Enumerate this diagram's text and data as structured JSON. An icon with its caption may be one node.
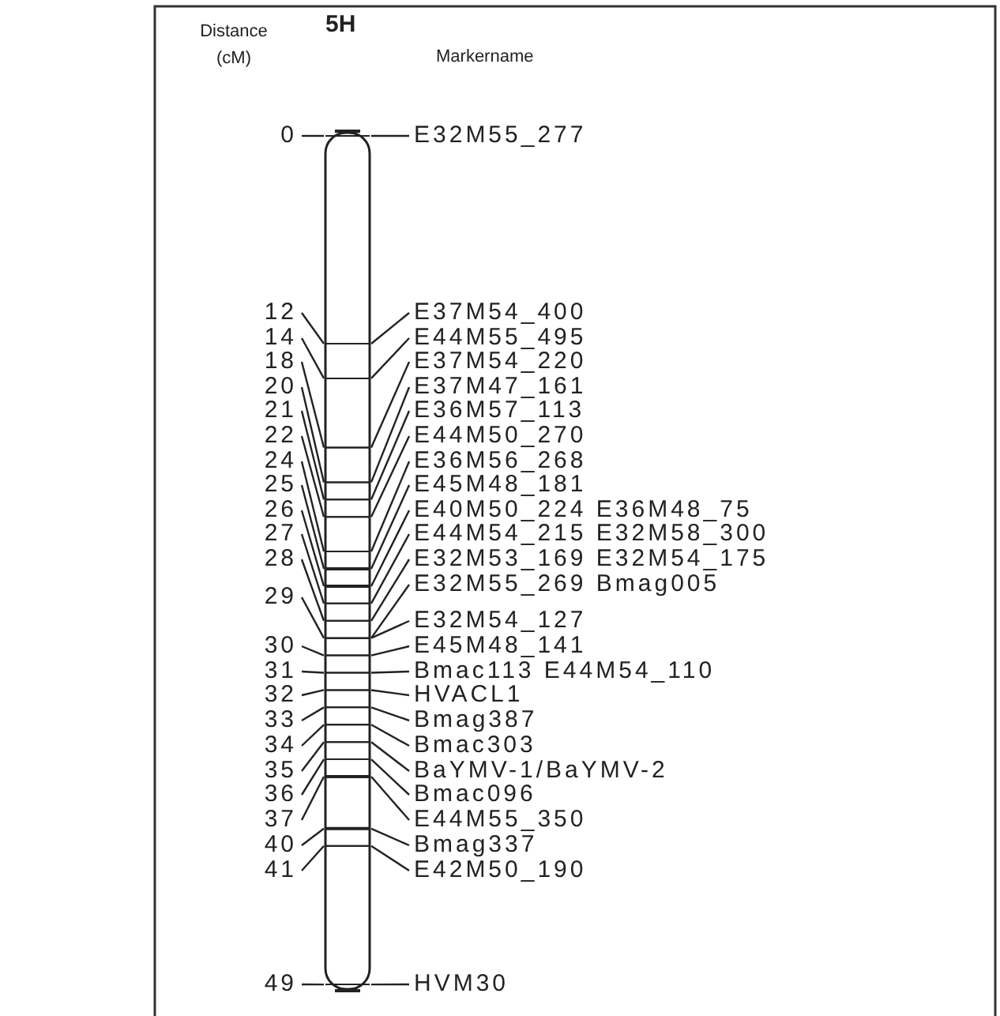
{
  "diagram": {
    "title": "5H",
    "nodes": [
      {
        "text": [],
        "shape": "bar"
      },
      {
        "text": [
          "0"
        ]
      },
      {
        "text": [
          "E32M55_277"
        ]
      },
      {
        "text": [
          "12"
        ]
      },
      {
        "text": [
          "E37M54_400"
        ]
      },
      {
        "text": [
          "14"
        ]
      },
      {
        "text": [
          "E44M55_495"
        ]
      },
      {
        "text": [
          "18"
        ]
      },
      {
        "text": [
          "E37M54_220"
        ]
      },
      {
        "text": [
          "20"
        ]
      },
      {
        "text": [
          "E37M47_161"
        ]
      },
      {
        "text": [
          "21"
        ]
      },
      {
        "text": [
          "E36M57_113"
        ]
      },
      {
        "text": [
          "22"
        ]
      },
      {
        "text": [
          "E44M50_270"
        ]
      },
      {
        "text": [
          "24"
        ]
      },
      {
        "text": [
          "E36M56_268"
        ]
      },
      {
        "text": [
          "25"
        ]
      },
      {
        "text": [
          "E45M48_181"
        ]
      },
      {
        "text": [
          "26"
        ]
      },
      {
        "text": [
          "E40M50_224 E36M48_75"
        ]
      },
      {
        "text": [
          "27"
        ]
      },
      {
        "text": [
          "E44M54_215 E32M58_300"
        ]
      },
      {
        "text": [
          "28"
        ]
      },
      {
        "text": [
          "E32M53_169 E32M54_175"
        ]
      },
      {
        "text": [
          "29"
        ]
      },
      {
        "text": [
          "E32M55_269 Bmag005"
        ]
      },
      {
        "text": [
          "E32M54_127"
        ]
      },
      {
        "text": [
          "30"
        ]
      },
      {
        "text": [
          "E45M48_141"
        ]
      },
      {
        "text": [
          "31"
        ]
      },
      {
        "text": [
          "Bmac113 E44M54_110"
        ]
      },
      {
        "text": [
          "32"
        ]
      },
      {
        "text": [
          "HVACL1"
        ]
      },
      {
        "text": [
          "33"
        ]
      },
      {
        "text": [
          "Bmag387"
        ]
      },
      {
        "text": [
          "34"
        ]
      },
      {
        "text": [
          "Bmac303"
        ]
      },
      {
        "text": [
          "35"
        ]
      },
      {
        "text": [
          "BaYMV-1/BaYMV-2"
        ]
      },
      {
        "text": [
          "36"
        ]
      },
      {
        "text": [
          "Bmac096"
        ]
      },
      {
        "text": [
          "37"
        ]
      },
      {
        "text": [
          "E44M55_350"
        ]
      },
      {
        "text": [
          "40"
        ]
      },
      {
        "text": [
          "Bmag337"
        ]
      },
      {
        "text": [
          "41"
        ]
      },
      {
        "text": [
          "E42M50_190"
        ]
      },
      {
        "text": [
          "49"
        ]
      },
      {
        "text": [
          "HVM30"
        ]
      }
    ],
    "edges": [
      {
        "from": 1,
        "to": 0,
        "arrow": "none"
      },
      {
        "from": 2,
        "to": 0,
        "arrow": "none"
      },
      {
        "from": 3,
        "to": 0,
        "arrow": "none"
      },
      {
        "from": 4,
        "to": 0,
        "arrow": "none"
      },
      {
        "from": 5,
        "to": 0,
        "arrow": "none"
      },
      {
        "from": 6,
        "to": 0,
        "arrow": "none"
      },
      {
        "from": 7,
        "to": 0,
        "arrow": "none"
      },
      {
        "from": 8,
        "to": 0,
        "arrow": "none"
      },
      {
        "from": 9,
        "to": 0,
        "arrow": "none"
      },
      {
        "from": 10,
        "to": 0,
        "arrow": "none"
      },
      {
        "from": 11,
        "to": 0,
        "arrow": "none"
      },
      {
        "from": 12,
        "to": 0,
        "arrow": "none"
      },
      {
        "from": 13,
        "to": 0,
        "arrow": "none"
      },
      {
        "from": 14,
        "to": 0,
        "arrow": "none"
      },
      {
        "from": 15,
        "to": 0,
        "arrow": "none"
      },
      {
        "from": 16,
        "to": 0,
        "arrow": "none"
      },
      {
        "from": 17,
        "to": 0,
        "arrow": "none"
      },
      {
        "from": 18,
        "to": 0,
        "arrow": "none"
      },
      {
        "from": 19,
        "to": 0,
        "arrow": "none"
      },
      {
        "from": 20,
        "to": 0,
        "arrow": "none"
      },
      {
        "from": 21,
        "to": 0,
        "arrow": "none"
      },
      {
        "from": 22,
        "to": 0,
        "arrow": "none"
      },
      {
        "from": 23,
        "to": 0,
        "arrow": "none"
      },
      {
        "from": 24,
        "to": 0,
        "arrow": "none"
      },
      {
        "from": 25,
        "to": 0,
        "arrow": "none"
      },
      {
        "from": 26,
        "to": 0,
        "arrow": "none"
      },
      {
        "from": 27,
        "to": 0,
        "arrow": "none"
      },
      {
        "from": 28,
        "to": 0,
        "arrow": "none"
      },
      {
        "from": 29,
        "to": 0,
        "arrow": "none"
      },
      {
        "from": 30,
        "to": 0,
        "arrow": "none"
      },
      {
        "from": 31,
        "to": 0,
        "arrow": "none"
      },
      {
        "from": 32,
        "to": 0,
        "arrow": "none"
      },
      {
        "from": 33,
        "to": 0,
        "arrow": "none"
      },
      {
        "from": 34,
        "to": 0,
        "arrow": "none"
      },
      {
        "from": 35,
        "to": 0,
        "arrow": "none"
      },
      {
        "from": 36,
        "to": 0,
        "arrow": "none"
      },
      {
        "from": 37,
        "to": 0,
        "arrow": "none"
      },
      {
        "from": 38,
        "to": 0,
        "arrow": "none"
      },
      {
        "from": 39,
        "to": 0,
        "arrow": "none"
      },
      {
        "from": 40,
        "to": 0,
        "arrow": "none"
      },
      {
        "from": 41,
        "to": 0,
        "arrow": "none"
      },
      {
        "from": 42,
        "to": 0,
        "arrow": "none"
      },
      {
        "from": 43,
        "to": 0,
        "arrow": "none"
      },
      {
        "from": 44,
        "to": 0,
        "arrow": "none"
      },
      {
        "from": 45,
        "to": 0,
        "arrow": "none"
      },
      {
        "from": 46,
        "to": 0,
        "arrow": "none"
      },
      {
        "from": 47,
        "to": 0,
        "arrow": "none"
      },
      {
        "from": 48,
        "to": 0,
        "arrow": "none"
      },
      {
        "from": 49,
        "to": 0,
        "arrow": "none"
      }
    ],
    "labels": [
      "Distance (cM)",
      "Markername"
    ]
  }
}
